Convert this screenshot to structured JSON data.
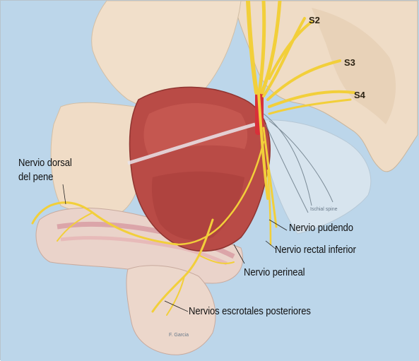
{
  "labels": {
    "dorsal_line1": "Nervio dorsal",
    "dorsal_line2": "del pene",
    "pudendo": "Nervio pudendo",
    "rectal": "Nervio rectal inferior",
    "perineal": "Nervio perineal",
    "escrotales": "Nervios escrotales posteriores"
  },
  "segments": {
    "s2": "S2",
    "s3": "S3",
    "s4": "S4"
  },
  "small_print": {
    "inner_label": "Ischial spine",
    "signature": "F. Garcia"
  },
  "colors": {
    "background": "#bcd6ea",
    "bone": "#f0dcc4",
    "muscle": "#b84a45",
    "nerve": "#f2cf3a",
    "skin": "#e8cfc4"
  }
}
